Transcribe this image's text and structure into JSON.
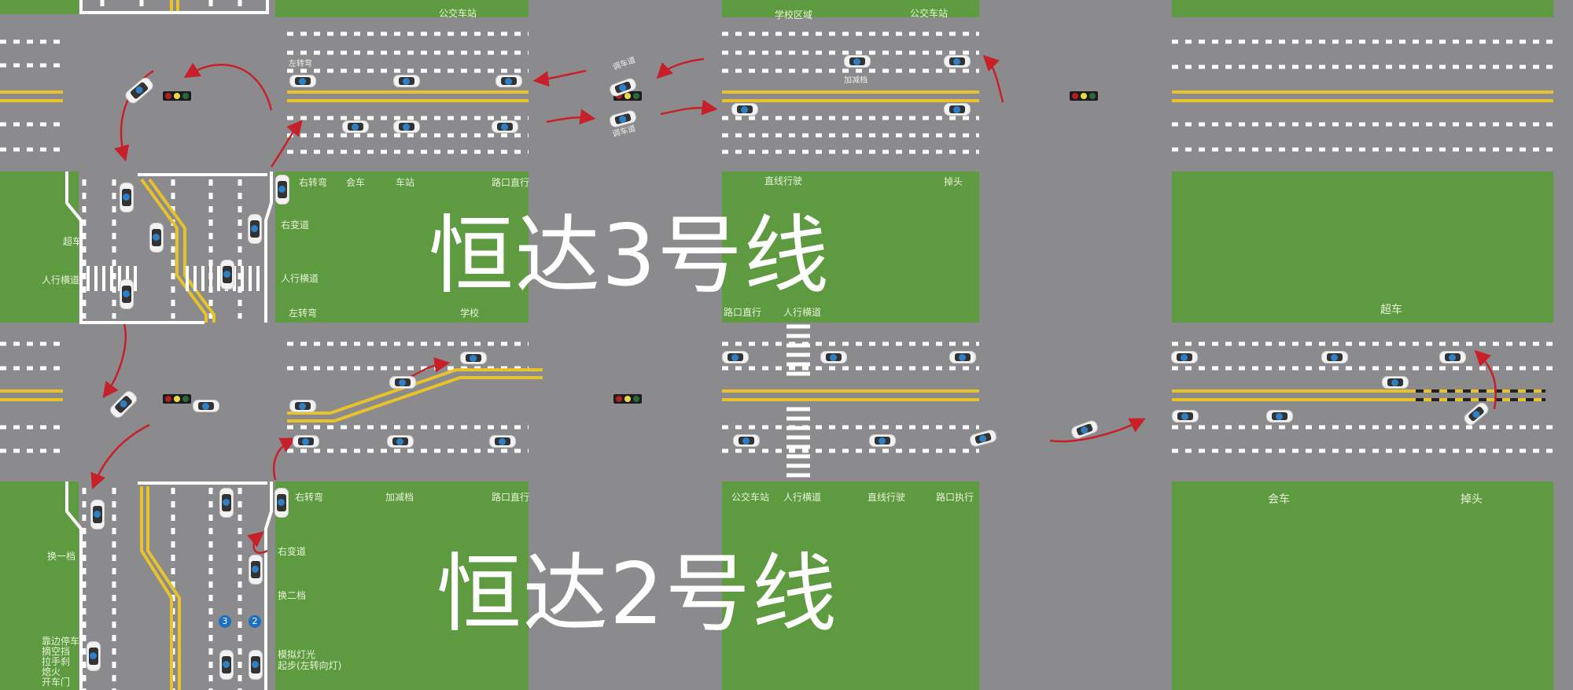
{
  "titles": {
    "route3": "恒达3号线",
    "route2": "恒达2号线"
  },
  "labels": {
    "top_bus_stop_1": "公交车站",
    "top_school_zone": "学校区域",
    "top_bus_stop_2": "公交车站",
    "left_turn_top": "左转弯",
    "turnaround_1": "调车道",
    "turnaround_2": "调车道",
    "gear_change_top": "加减档",
    "overtake_left": "超车",
    "crosswalk_left": "人行横道",
    "right_turn_1": "右转弯",
    "meet_car_1": "会车",
    "station": "车站",
    "straight_intersection_1": "路口直行",
    "right_lane_change_1": "右变道",
    "crosswalk_mid": "人行横道",
    "left_turn_mid": "左转弯",
    "school": "学校",
    "straight_drive_1": "直线行驶",
    "u_turn_1": "掉头",
    "straight_intersection_2": "路口直行",
    "crosswalk_2": "人行横道",
    "overtake_right": "超车",
    "right_turn_2": "右转弯",
    "gear_change_2": "加减档",
    "straight_intersection_3": "路口直行",
    "right_lane_change_2": "右变道",
    "second_gear": "换二档",
    "light_sim": "模拟灯光",
    "start_left_signal": "起步(左转向灯)",
    "first_gear": "换一档",
    "pullover_1": "靠边停车",
    "pullover_2": "摘空挡",
    "pullover_3": "拉手刹",
    "pullover_4": "熄火",
    "pullover_5": "开车门",
    "bus_stop_3": "公交车站",
    "crosswalk_3": "人行横道",
    "straight_drive_2": "直线行驶",
    "intersection_exec": "路口执行",
    "meet_car_2": "会车",
    "u_turn_2": "掉头"
  },
  "badges": {
    "route3": "3",
    "route2": "2"
  },
  "colors": {
    "road": "#8b8b8d",
    "grass": "#5e9a40",
    "yellow_line": "#e8c22a",
    "route_arrow": "#c8202a",
    "car_marker": "#2f7fc4"
  }
}
